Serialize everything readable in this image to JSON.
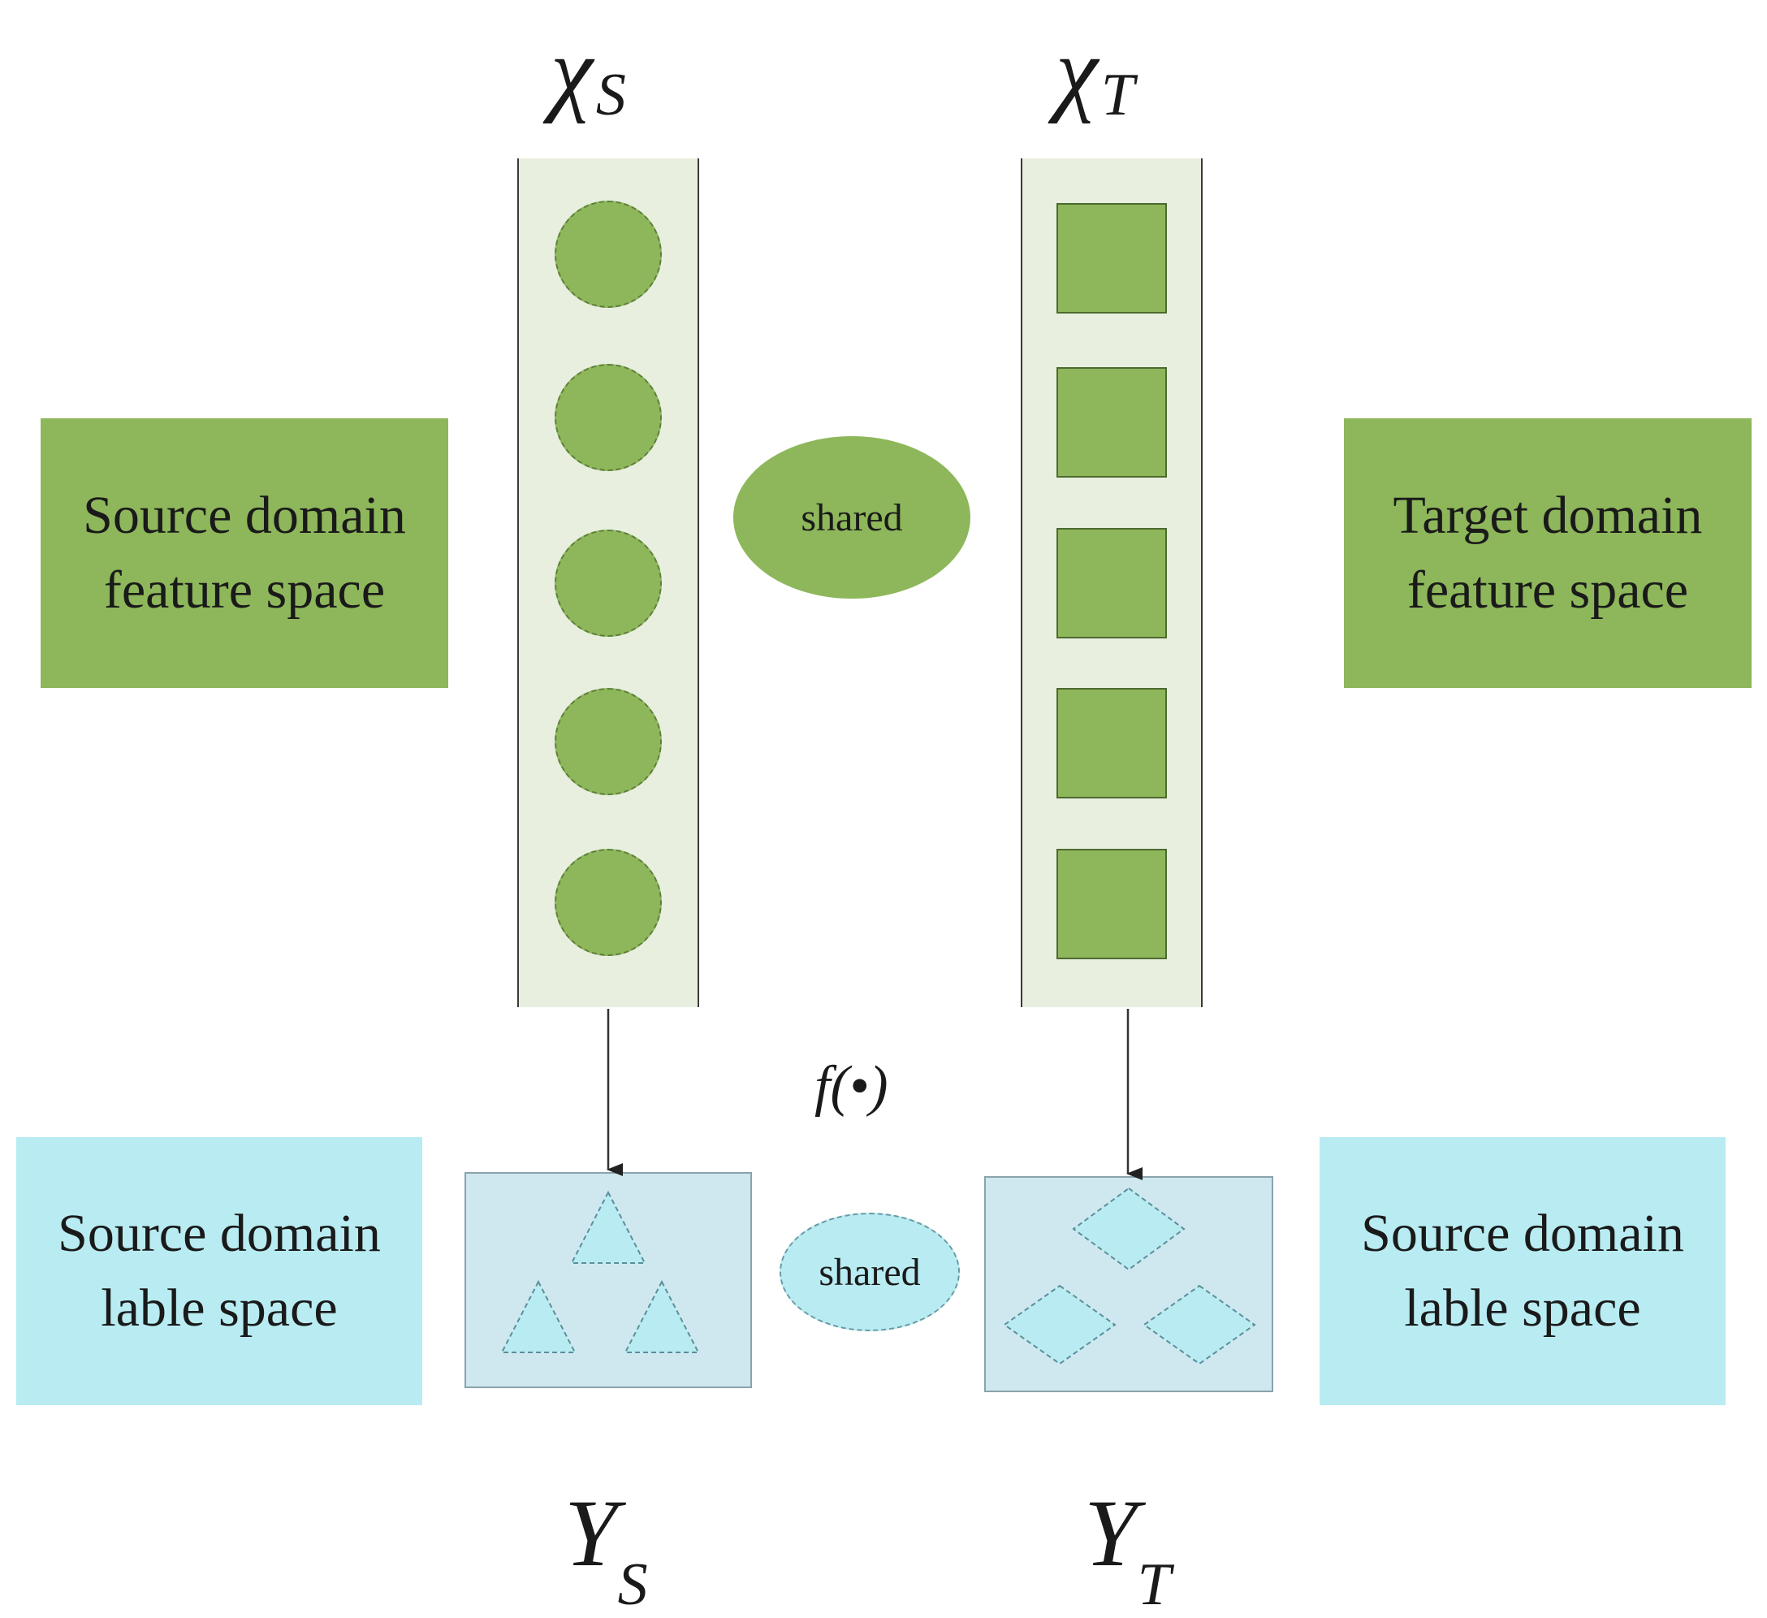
{
  "labels": {
    "xs_base": "χ",
    "xs_sub": "S",
    "xt_base": "χ",
    "xt_sub": "T",
    "ys_base": "Y",
    "ys_sub": "S",
    "yt_base": "Y",
    "yt_sub": "T",
    "function": "f(•)"
  },
  "boxes": {
    "source_feature": [
      "Source domain",
      "feature space"
    ],
    "target_feature": [
      "Target domain",
      "feature space"
    ],
    "source_label_left": [
      "Source domain",
      "lable space"
    ],
    "source_label_right": [
      "Source domain",
      "lable space"
    ]
  },
  "shared_top": "shared",
  "shared_bottom": "shared",
  "colors": {
    "green": "#8db75a",
    "light_green": "#e8efdf",
    "cyan": "#b8ecf2",
    "panel": "#cfe8f0"
  }
}
